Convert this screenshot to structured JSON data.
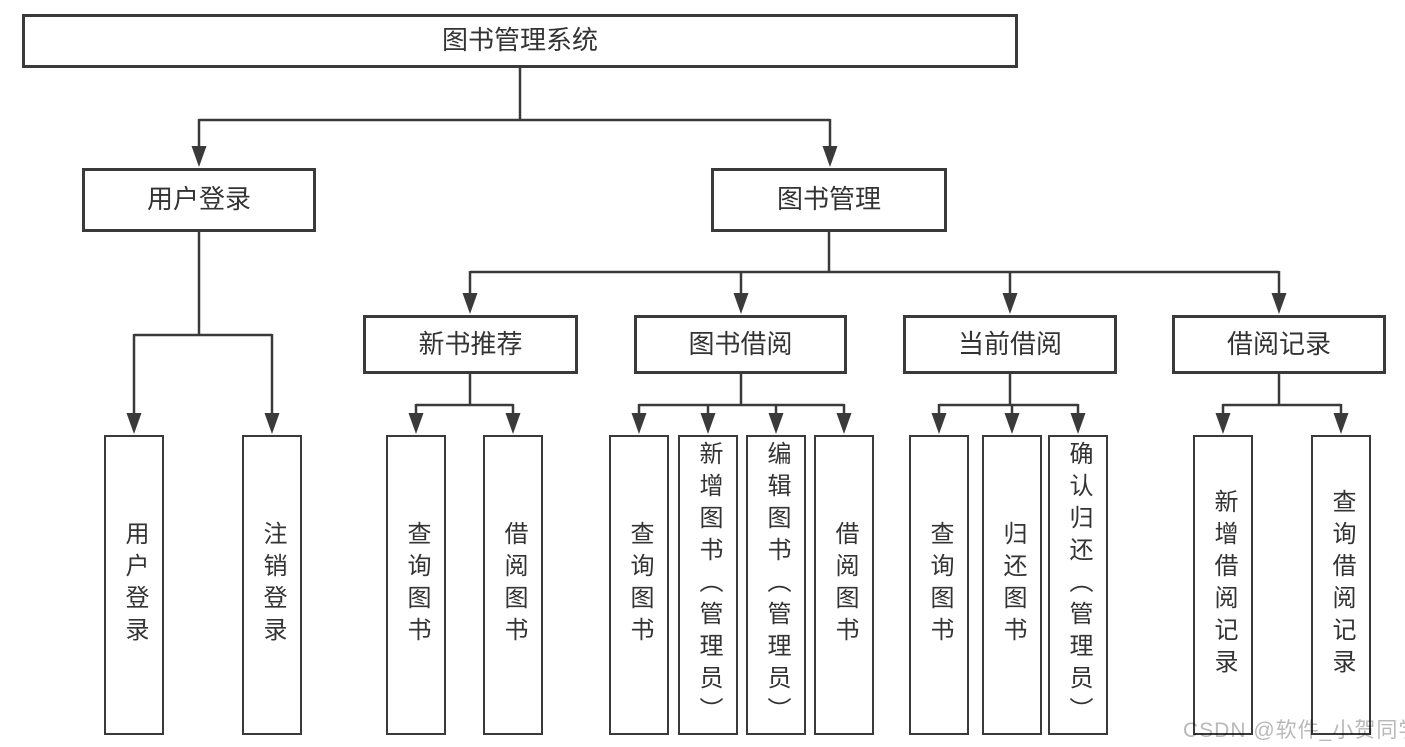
{
  "colors": {
    "line": "#3a3a3a",
    "box_border": "#3a3a3a",
    "box_fill": "#ffffff",
    "text": "#333333",
    "watermark": "#b9b9b9"
  },
  "watermark": {
    "text": "CSDN @软件_小贺同学"
  },
  "diagram": {
    "root": {
      "label": "图书管理系统"
    },
    "branches": [
      {
        "label": "用户登录",
        "children": [
          {
            "label": "用户登录"
          },
          {
            "label": "注销登录"
          }
        ]
      },
      {
        "label": "图书管理",
        "sections": [
          {
            "label": "新书推荐",
            "children": [
              {
                "label": "查询图书"
              },
              {
                "label": "借阅图书"
              }
            ]
          },
          {
            "label": "图书借阅",
            "children": [
              {
                "label": "查询图书"
              },
              {
                "label": "新增图书（管理员）"
              },
              {
                "label": "编辑图书（管理员）"
              },
              {
                "label": "借阅图书"
              }
            ]
          },
          {
            "label": "当前借阅",
            "children": [
              {
                "label": "查询图书"
              },
              {
                "label": "归还图书"
              },
              {
                "label": "确认归还（管理员）"
              }
            ]
          },
          {
            "label": "借阅记录",
            "children": [
              {
                "label": "新增借阅记录"
              },
              {
                "label": "查询借阅记录"
              }
            ]
          }
        ]
      }
    ]
  }
}
